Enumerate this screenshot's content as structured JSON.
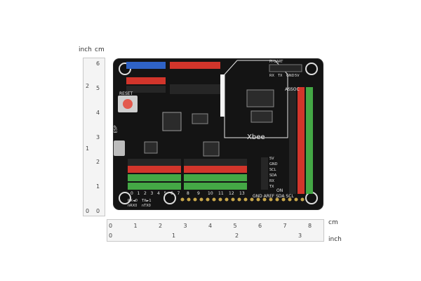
{
  "units": {
    "left_top_inch": "inch",
    "left_top_cm": "cm",
    "bottom_cm": "cm",
    "bottom_inch": "inch"
  },
  "ruler_left": {
    "cm_ticks": [
      "0",
      "1",
      "2",
      "3",
      "4",
      "5",
      "6"
    ],
    "inch_ticks": [
      "0",
      "1",
      "2"
    ]
  },
  "ruler_bottom": {
    "cm_ticks": [
      "0",
      "1",
      "2",
      "3",
      "4",
      "5",
      "6",
      "7",
      "8"
    ],
    "inch_ticks": [
      "0",
      "1",
      "2",
      "3"
    ]
  },
  "board": {
    "xbee_label": "Xbee",
    "assoc_label": "ASSOC",
    "reset_label": "RESET",
    "esp_label": "ESP",
    "right_header_labels": [
      "5V",
      "GND",
      "SCL",
      "SDA",
      "RX",
      "TX"
    ],
    "bottom_left_labels": [
      "0",
      "1",
      "2",
      "3",
      "4",
      "5",
      "6",
      "7"
    ],
    "bottom_mid_labels": [
      "8",
      "9",
      "10",
      "11",
      "12",
      "13"
    ],
    "bottom_right_label": "GND AREF SDA SCL",
    "pin_legend": [
      "RX◄0",
      "TX►1",
      "nRX0",
      "nTX0"
    ],
    "uart_label": "Pi-UART",
    "uart_pins": [
      "RX",
      "TX",
      "GND",
      "5V"
    ],
    "on_label": "ON",
    "colors": {
      "pcb": "#141414",
      "header_blue": "#2f63c6",
      "header_red": "#d2352b",
      "header_green": "#44a845",
      "header_black": "#262626",
      "pin_gold": "#c7a64a",
      "ruler_bg": "#f4f4f4"
    }
  }
}
